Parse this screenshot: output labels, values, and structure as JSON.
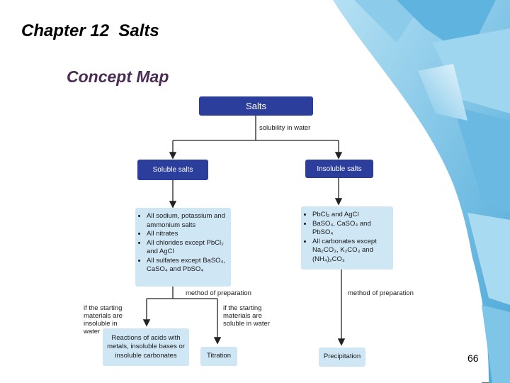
{
  "header": {
    "title": "Chapter 12  Salts",
    "subtitle": "Concept Map"
  },
  "page_number": "66",
  "map": {
    "root": "Salts",
    "root_edge_label": "solubility in water",
    "soluble": {
      "title": "Soluble salts",
      "items": [
        "All sodium, potassium and ammonium salts",
        "All nitrates",
        "All chlorides except PbCl₂ and AgCl",
        "All sulfates except BaSO₄, CaSO₄ and PbSO₄"
      ],
      "edge_label": "method of preparation",
      "branch_left_label": "if the starting materials are insoluble in water",
      "branch_right_label": "if the starting materials are soluble in water",
      "method_left": "Reactions of acids with metals, insoluble bases or insoluble carbonates",
      "method_right": "Titration"
    },
    "insoluble": {
      "title": "Insoluble salts",
      "items": [
        "PbCl₂ and AgCl",
        "BaSO₄, CaSO₄ and PbSO₄",
        "All carbonates except Na₂CO₃, K₂CO₃ and (NH₄)₂CO₃"
      ],
      "edge_label": "method of preparation",
      "method": "Precipitation"
    }
  }
}
